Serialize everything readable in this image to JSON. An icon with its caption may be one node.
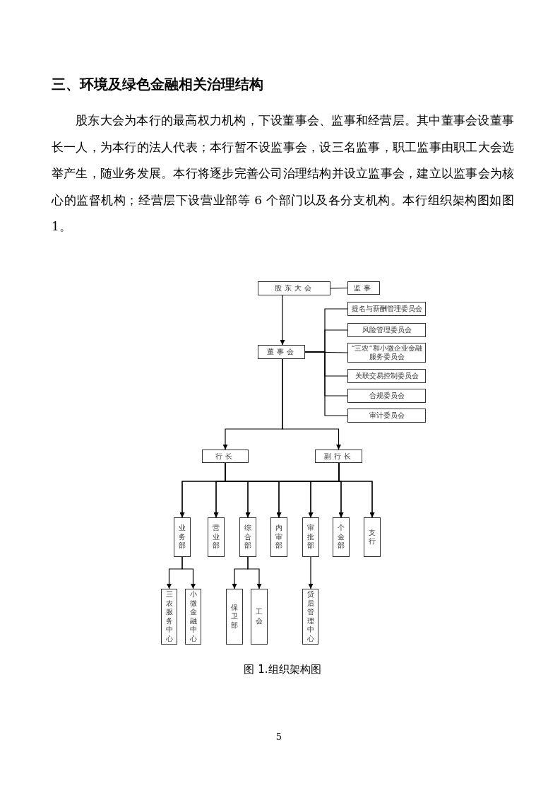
{
  "diagram": {
    "title": "三、环境及绿色金融相关治理结构",
    "caption": "图 1.组织架构图",
    "nodes": [
      {
        "text": [
          "股东大会"
        ]
      },
      {
        "text": [
          "监事"
        ]
      },
      {
        "text": [
          "提名与薪酬管理委员会"
        ]
      },
      {
        "text": [
          "风险管理委员会"
        ]
      },
      {
        "text": [
          "“三农”和小微企业金融服务委员会"
        ]
      },
      {
        "text": [
          "关联交易控制委员会"
        ]
      },
      {
        "text": [
          "合规委员会"
        ]
      },
      {
        "text": [
          "审计委员会"
        ]
      },
      {
        "text": [
          "董事会"
        ]
      },
      {
        "text": [
          "行长"
        ]
      },
      {
        "text": [
          "副行长"
        ]
      },
      {
        "text": [
          "业务部"
        ]
      },
      {
        "text": [
          "营业部"
        ]
      },
      {
        "text": [
          "综合部"
        ]
      },
      {
        "text": [
          "内审部"
        ]
      },
      {
        "text": [
          "审批部"
        ]
      },
      {
        "text": [
          "个金部"
        ]
      },
      {
        "text": [
          "支行"
        ]
      },
      {
        "text": [
          "三农服务中心"
        ]
      },
      {
        "text": [
          "小微金融中心"
        ]
      },
      {
        "text": [
          "保卫部"
        ]
      },
      {
        "text": [
          "工会"
        ]
      },
      {
        "text": [
          "贷后管理中心"
        ]
      }
    ],
    "edges": [
      {
        "from": 0,
        "to": 1,
        "arrow": "none"
      },
      {
        "from": 0,
        "to": 8,
        "arrow": "to"
      },
      {
        "from": 8,
        "to": 2,
        "arrow": "none"
      },
      {
        "from": 8,
        "to": 3,
        "arrow": "none"
      },
      {
        "from": 8,
        "to": 4,
        "arrow": "none"
      },
      {
        "from": 8,
        "to": 5,
        "arrow": "none"
      },
      {
        "from": 8,
        "to": 6,
        "arrow": "none"
      },
      {
        "from": 8,
        "to": 7,
        "arrow": "none"
      },
      {
        "from": 8,
        "to": 9,
        "arrow": "to"
      },
      {
        "from": 8,
        "to": 10,
        "arrow": "to"
      },
      {
        "from": 9,
        "to": 11,
        "arrow": "to"
      },
      {
        "from": 9,
        "to": 12,
        "arrow": "to"
      },
      {
        "from": 9,
        "to": 13,
        "arrow": "to"
      },
      {
        "from": 9,
        "to": 14,
        "arrow": "to"
      },
      {
        "from": 9,
        "to": 15,
        "arrow": "to"
      },
      {
        "from": 9,
        "to": 16,
        "arrow": "to"
      },
      {
        "from": 9,
        "to": 17,
        "arrow": "to"
      },
      {
        "from": 10,
        "to": 11,
        "arrow": "to"
      },
      {
        "from": 10,
        "to": 12,
        "arrow": "to"
      },
      {
        "from": 10,
        "to": 13,
        "arrow": "to"
      },
      {
        "from": 10,
        "to": 14,
        "arrow": "to"
      },
      {
        "from": 10,
        "to": 15,
        "arrow": "to"
      },
      {
        "from": 10,
        "to": 16,
        "arrow": "to"
      },
      {
        "from": 10,
        "to": 17,
        "arrow": "to"
      },
      {
        "from": 11,
        "to": 18,
        "arrow": "to"
      },
      {
        "from": 11,
        "to": 19,
        "arrow": "to"
      },
      {
        "from": 13,
        "to": 20,
        "arrow": "to"
      },
      {
        "from": 13,
        "to": 21,
        "arrow": "to"
      },
      {
        "from": 15,
        "to": 22,
        "arrow": "to"
      }
    ],
    "labels": [
      "股东大会为本行的最高权力机构，下设董事会、监事和经营层。其中董事会设董事长一人，为本行的法人代表；本行暂不设监事会，设三名监事，职工监事由职工大会选举产生，随业务发展。本行将逐步完善公司治理结构并设立监事会，建立以监事会为核心的监督机构；经营层下设营业部等 6 个部门以及各分支机构。本行组织架构图如图1。",
      "5"
    ]
  }
}
